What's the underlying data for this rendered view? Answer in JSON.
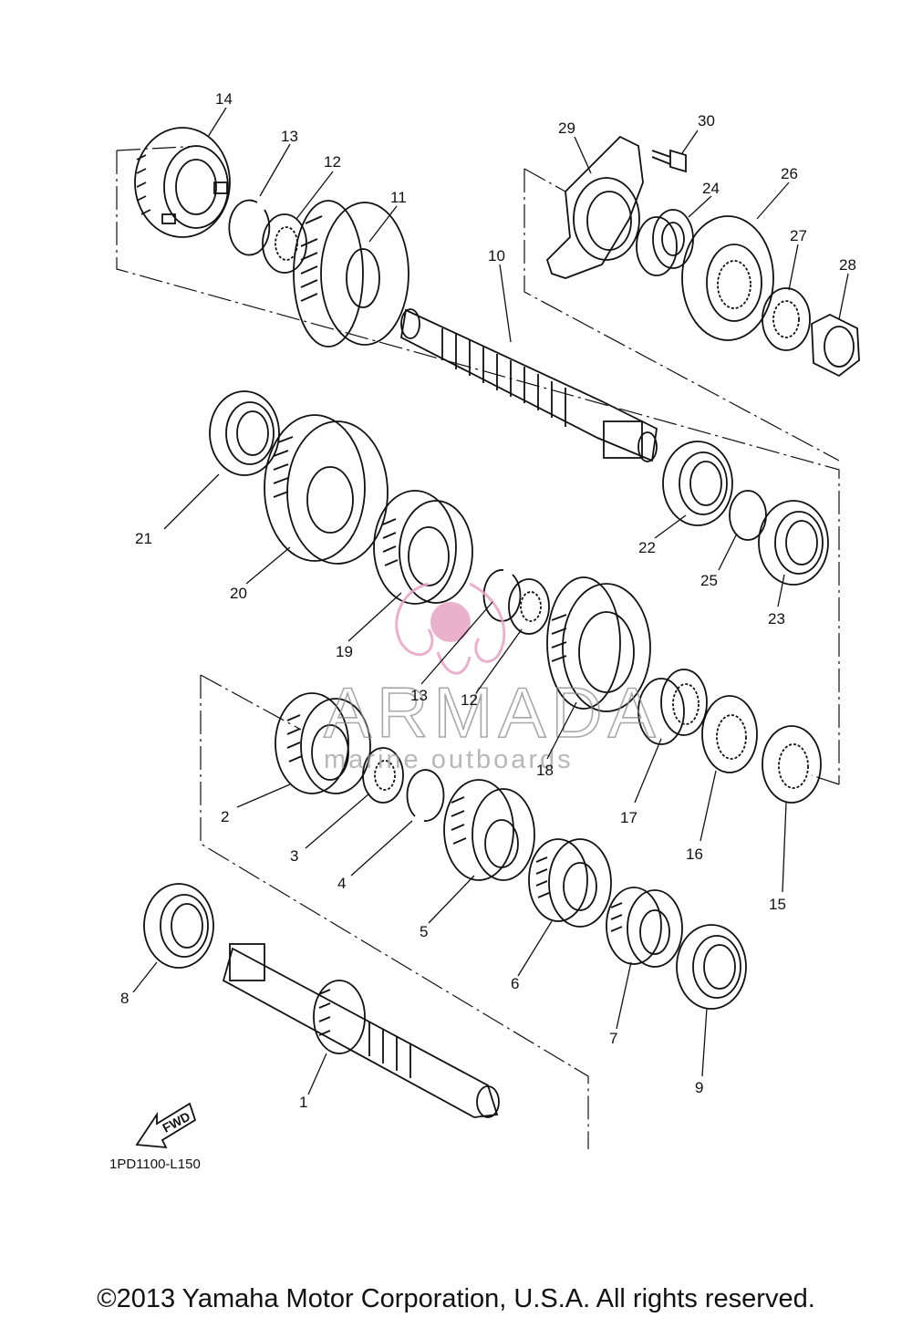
{
  "callouts": [
    "1",
    "2",
    "3",
    "4",
    "5",
    "6",
    "7",
    "8",
    "9",
    "10",
    "11",
    "12",
    "13",
    "14",
    "15",
    "16",
    "17",
    "18",
    "19",
    "20",
    "21",
    "22",
    "23",
    "24",
    "25",
    "26",
    "27",
    "28",
    "29",
    "30",
    "13",
    "12"
  ],
  "diagram_code": "1PD1100-L150",
  "fwd_label": "FWD",
  "watermark": {
    "brand": "ARMADA",
    "tagline": "marine outboards",
    "color": "#e8a3c3"
  },
  "copyright": "©2013 Yamaha Motor Corporation, U.S.A. All rights reserved."
}
